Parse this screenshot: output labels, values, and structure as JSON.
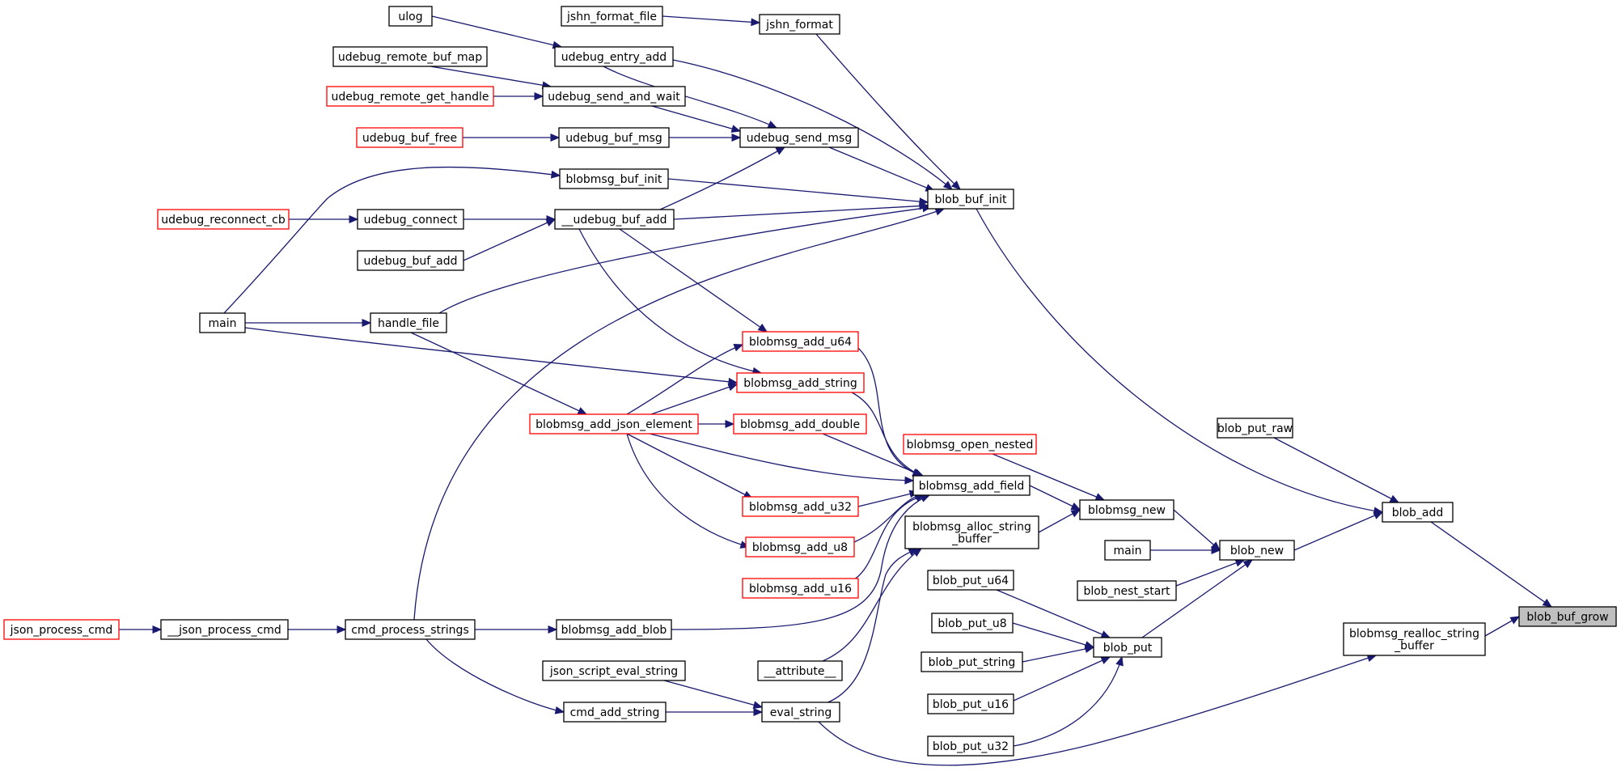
{
  "graph": {
    "colors": {
      "edge": "#191970",
      "node_border": "#000000",
      "incomplete_node_border": "#ff0000",
      "focus_fill": "#bfbfbf"
    },
    "nodes": {
      "blob_buf_grow": {
        "label": "blob_buf_grow",
        "style": "focus"
      },
      "blob_add": {
        "label": "blob_add",
        "style": "normal"
      },
      "blobmsg_realloc_string_buffer": {
        "lines": [
          "blobmsg_realloc_string",
          "_buffer"
        ],
        "style": "normal"
      },
      "blob_put_raw": {
        "label": "blob_put_raw",
        "style": "normal"
      },
      "blob_buf_init": {
        "label": "blob_buf_init",
        "style": "normal"
      },
      "blob_new": {
        "label": "blob_new",
        "style": "normal"
      },
      "blobmsg_new": {
        "label": "blobmsg_new",
        "style": "normal"
      },
      "main_2": {
        "label": "main",
        "style": "normal"
      },
      "blob_nest_start": {
        "label": "blob_nest_start",
        "style": "normal"
      },
      "blob_put": {
        "label": "blob_put",
        "style": "normal"
      },
      "blobmsg_open_nested": {
        "label": "blobmsg_open_nested",
        "style": "red"
      },
      "blobmsg_add_field": {
        "label": "blobmsg_add_field",
        "style": "normal"
      },
      "blobmsg_alloc_string_buffer": {
        "lines": [
          "blobmsg_alloc_string",
          "_buffer"
        ],
        "style": "normal"
      },
      "blob_put_u64": {
        "label": "blob_put_u64",
        "style": "normal"
      },
      "blob_put_u8": {
        "label": "blob_put_u8",
        "style": "normal"
      },
      "blob_put_string": {
        "label": "blob_put_string",
        "style": "normal"
      },
      "blob_put_u16": {
        "label": "blob_put_u16",
        "style": "normal"
      },
      "blob_put_u32": {
        "label": "blob_put_u32",
        "style": "normal"
      },
      "jshn_format": {
        "label": "jshn_format",
        "style": "normal"
      },
      "jshn_format_file": {
        "label": "jshn_format_file",
        "style": "normal"
      },
      "ulog": {
        "label": "ulog",
        "style": "normal"
      },
      "udebug_entry_add": {
        "label": "udebug_entry_add",
        "style": "normal"
      },
      "udebug_remote_buf_map": {
        "label": "udebug_remote_buf_map",
        "style": "normal"
      },
      "udebug_send_and_wait": {
        "label": "udebug_send_and_wait",
        "style": "normal"
      },
      "udebug_remote_get_handle": {
        "label": "udebug_remote_get_handle",
        "style": "red"
      },
      "udebug_send_msg": {
        "label": "udebug_send_msg",
        "style": "normal"
      },
      "udebug_buf_free": {
        "label": "udebug_buf_free",
        "style": "red"
      },
      "udebug_buf_msg": {
        "label": "udebug_buf_msg",
        "style": "normal"
      },
      "blobmsg_buf_init": {
        "label": "blobmsg_buf_init",
        "style": "normal"
      },
      "udebug_reconnect_cb": {
        "label": "udebug_reconnect_cb",
        "style": "red"
      },
      "udebug_connect": {
        "label": "udebug_connect",
        "style": "normal"
      },
      "__udebug_buf_add": {
        "label": "__udebug_buf_add",
        "style": "normal"
      },
      "udebug_buf_add": {
        "label": "udebug_buf_add",
        "style": "normal"
      },
      "main_1": {
        "label": "main",
        "style": "normal"
      },
      "handle_file": {
        "label": "handle_file",
        "style": "normal"
      },
      "blobmsg_add_u64": {
        "label": "blobmsg_add_u64",
        "style": "red"
      },
      "blobmsg_add_string": {
        "label": "blobmsg_add_string",
        "style": "red"
      },
      "blobmsg_add_json_element": {
        "label": "blobmsg_add_json_element",
        "style": "red"
      },
      "blobmsg_add_double": {
        "label": "blobmsg_add_double",
        "style": "red"
      },
      "blobmsg_add_u32": {
        "label": "blobmsg_add_u32",
        "style": "red"
      },
      "blobmsg_add_u8": {
        "label": "blobmsg_add_u8",
        "style": "red"
      },
      "blobmsg_add_u16": {
        "label": "blobmsg_add_u16",
        "style": "red"
      },
      "json_process_cmd": {
        "label": "json_process_cmd",
        "style": "red"
      },
      "__json_process_cmd": {
        "label": "__json_process_cmd",
        "style": "normal"
      },
      "cmd_process_strings": {
        "label": "cmd_process_strings",
        "style": "normal"
      },
      "blobmsg_add_blob": {
        "label": "blobmsg_add_blob",
        "style": "normal"
      },
      "__attribute__": {
        "label": "__attribute__",
        "style": "normal"
      },
      "json_script_eval_string": {
        "label": "json_script_eval_string",
        "style": "normal"
      },
      "cmd_add_string": {
        "label": "cmd_add_string",
        "style": "normal"
      },
      "eval_string": {
        "label": "eval_string",
        "style": "normal"
      }
    },
    "edges": [
      [
        "blob_add",
        "blob_buf_grow"
      ],
      [
        "blobmsg_realloc_string_buffer",
        "blob_buf_grow"
      ],
      [
        "blob_put_raw",
        "blob_add"
      ],
      [
        "blob_buf_init",
        "blob_add"
      ],
      [
        "blob_new",
        "blob_add"
      ],
      [
        "blobmsg_new",
        "blob_new"
      ],
      [
        "main_2",
        "blob_new"
      ],
      [
        "blob_nest_start",
        "blob_new"
      ],
      [
        "blob_put",
        "blob_new"
      ],
      [
        "blobmsg_open_nested",
        "blobmsg_new"
      ],
      [
        "blobmsg_add_field",
        "blobmsg_new"
      ],
      [
        "blobmsg_alloc_string_buffer",
        "blobmsg_new"
      ],
      [
        "blob_put_u64",
        "blob_put"
      ],
      [
        "blob_put_u8",
        "blob_put"
      ],
      [
        "blob_put_string",
        "blob_put"
      ],
      [
        "blob_put_u16",
        "blob_put"
      ],
      [
        "blob_put_u32",
        "blob_put"
      ],
      [
        "jshn_format",
        "blob_buf_init"
      ],
      [
        "udebug_entry_add",
        "blob_buf_init"
      ],
      [
        "udebug_send_msg",
        "blob_buf_init"
      ],
      [
        "blobmsg_buf_init",
        "blob_buf_init"
      ],
      [
        "__udebug_buf_add",
        "blob_buf_init"
      ],
      [
        "handle_file",
        "blob_buf_init"
      ],
      [
        "cmd_process_strings",
        "blob_buf_init"
      ],
      [
        "jshn_format_file",
        "jshn_format"
      ],
      [
        "ulog",
        "udebug_entry_add"
      ],
      [
        "udebug_entry_add",
        "udebug_send_msg"
      ],
      [
        "udebug_remote_buf_map",
        "udebug_send_and_wait"
      ],
      [
        "udebug_remote_get_handle",
        "udebug_send_and_wait"
      ],
      [
        "udebug_send_and_wait",
        "udebug_send_msg"
      ],
      [
        "udebug_buf_free",
        "udebug_buf_msg"
      ],
      [
        "udebug_buf_msg",
        "udebug_send_msg"
      ],
      [
        "__udebug_buf_add",
        "udebug_send_msg"
      ],
      [
        "main_1",
        "blobmsg_buf_init"
      ],
      [
        "udebug_reconnect_cb",
        "udebug_connect"
      ],
      [
        "udebug_connect",
        "__udebug_buf_add"
      ],
      [
        "udebug_buf_add",
        "__udebug_buf_add"
      ],
      [
        "main_1",
        "handle_file"
      ],
      [
        "main_1",
        "blobmsg_add_string"
      ],
      [
        "handle_file",
        "blobmsg_add_json_element"
      ],
      [
        "__udebug_buf_add",
        "blobmsg_add_u64"
      ],
      [
        "__udebug_buf_add",
        "blobmsg_add_string"
      ],
      [
        "blobmsg_add_json_element",
        "blobmsg_add_u64"
      ],
      [
        "blobmsg_add_json_element",
        "blobmsg_add_string"
      ],
      [
        "blobmsg_add_json_element",
        "blobmsg_add_double"
      ],
      [
        "blobmsg_add_json_element",
        "blobmsg_add_u32"
      ],
      [
        "blobmsg_add_json_element",
        "blobmsg_add_u8"
      ],
      [
        "blobmsg_add_json_element",
        "blobmsg_add_field"
      ],
      [
        "blobmsg_add_u64",
        "blobmsg_add_field"
      ],
      [
        "blobmsg_add_string",
        "blobmsg_add_field"
      ],
      [
        "blobmsg_add_double",
        "blobmsg_add_field"
      ],
      [
        "blobmsg_add_u32",
        "blobmsg_add_field"
      ],
      [
        "blobmsg_add_u8",
        "blobmsg_add_field"
      ],
      [
        "blobmsg_add_u16",
        "blobmsg_add_field"
      ],
      [
        "blobmsg_add_blob",
        "blobmsg_add_field"
      ],
      [
        "json_process_cmd",
        "__json_process_cmd"
      ],
      [
        "__json_process_cmd",
        "cmd_process_strings"
      ],
      [
        "cmd_process_strings",
        "blobmsg_add_blob"
      ],
      [
        "cmd_process_strings",
        "cmd_add_string"
      ],
      [
        "json_script_eval_string",
        "eval_string"
      ],
      [
        "cmd_add_string",
        "eval_string"
      ],
      [
        "__attribute__",
        "blobmsg_alloc_string_buffer"
      ],
      [
        "eval_string",
        "blobmsg_alloc_string_buffer"
      ],
      [
        "eval_string",
        "blobmsg_realloc_string_buffer"
      ]
    ]
  }
}
